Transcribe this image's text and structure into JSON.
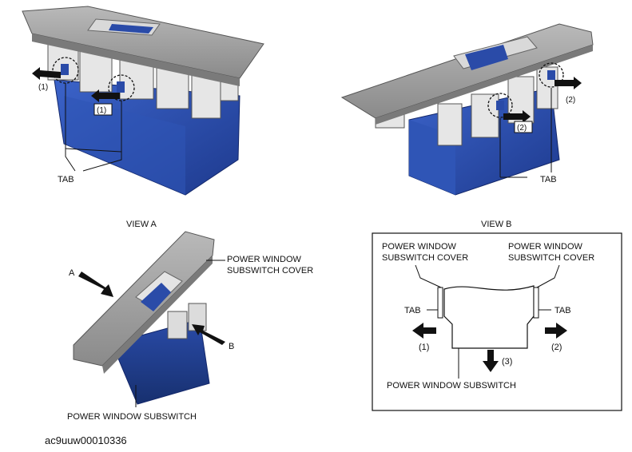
{
  "labels": {
    "tab_tl": "TAB",
    "tab_tr": "TAB",
    "step1_a": "(1)",
    "step1_b": "(1)",
    "step2_a": "(2)",
    "step2_b": "(2)",
    "view_a": "VIEW A",
    "view_b": "VIEW B",
    "arrow_a": "A",
    "arrow_b": "B",
    "cover_line1": "POWER WINDOW",
    "cover_line2": "SUBSWITCH COVER",
    "subswitch": "POWER WINDOW SUBSWITCH",
    "vb_cover_left_1": "POWER WINDOW",
    "vb_cover_left_2": "SUBSWITCH COVER",
    "vb_cover_right_1": "POWER WINDOW",
    "vb_cover_right_2": "SUBSWITCH COVER",
    "vb_tab_left": "TAB",
    "vb_tab_right": "TAB",
    "vb_step1": "(1)",
    "vb_step2": "(2)",
    "vb_step3": "(3)",
    "vb_subswitch": "POWER WINDOW SUBSWITCH",
    "figure_code": "ac9uuw00010336"
  },
  "colors": {
    "cover_gray": "#9b9b9b",
    "switch_blue": "#2a4ba8",
    "ink": "#111111"
  }
}
